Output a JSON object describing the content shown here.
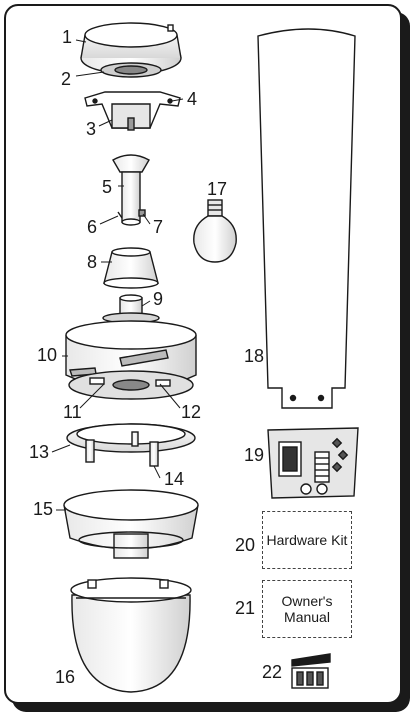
{
  "labels": {
    "n1": "1",
    "n2": "2",
    "n3": "3",
    "n4": "4",
    "n5": "5",
    "n6": "6",
    "n7": "7",
    "n8": "8",
    "n9": "9",
    "n10": "10",
    "n11": "11",
    "n12": "12",
    "n13": "13",
    "n14": "14",
    "n15": "15",
    "n16": "16",
    "n17": "17",
    "n18": "18",
    "n19": "19",
    "n20": "20",
    "n21": "21",
    "n22": "22"
  },
  "boxes": {
    "hardware_kit": "Hardware Kit",
    "owners_manual_line1": "Owner's",
    "owners_manual_line2": "Manual"
  },
  "colors": {
    "line": "#1a1a1a",
    "fill": "#ffffff",
    "shade": "#d9d9d9",
    "dark": "#555555"
  }
}
